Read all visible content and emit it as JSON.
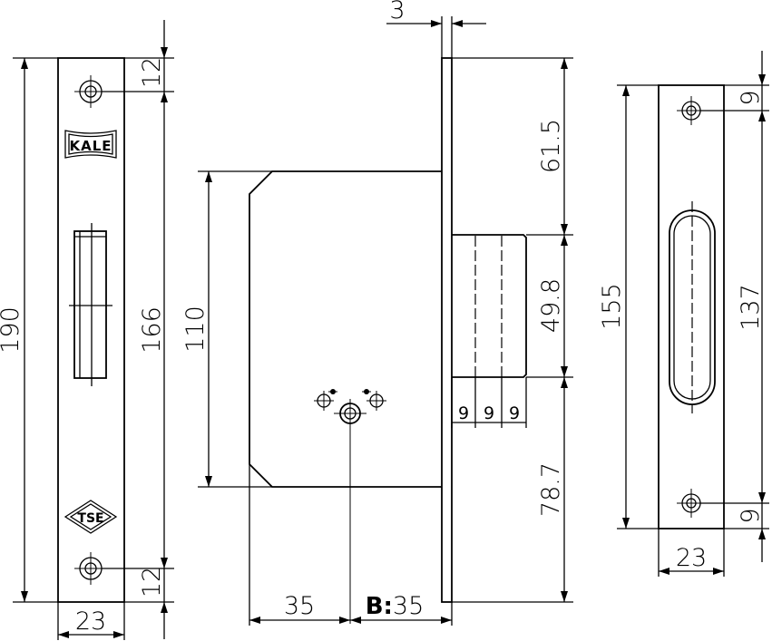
{
  "brand": {
    "logo_text": "KALE",
    "cert_text": "TSE"
  },
  "faceplate": {
    "height": "190",
    "screw_span": "166",
    "top_offset": "12",
    "bottom_offset": "12",
    "width": "23"
  },
  "lock_body": {
    "plate_thickness": "3",
    "body_height": "110",
    "upper_offset": "61.5",
    "bolt_height": "49.8",
    "lower_offset": "78.7",
    "bolt_segment_1": "9",
    "bolt_segment_2": "9",
    "bolt_segment_3": "9",
    "spindle_offset": "35",
    "backset_label": "B:",
    "backset_value": "35"
  },
  "strike_plate": {
    "height": "155",
    "screw_span": "137",
    "top_offset": "9",
    "bottom_offset": "9",
    "width": "23"
  }
}
